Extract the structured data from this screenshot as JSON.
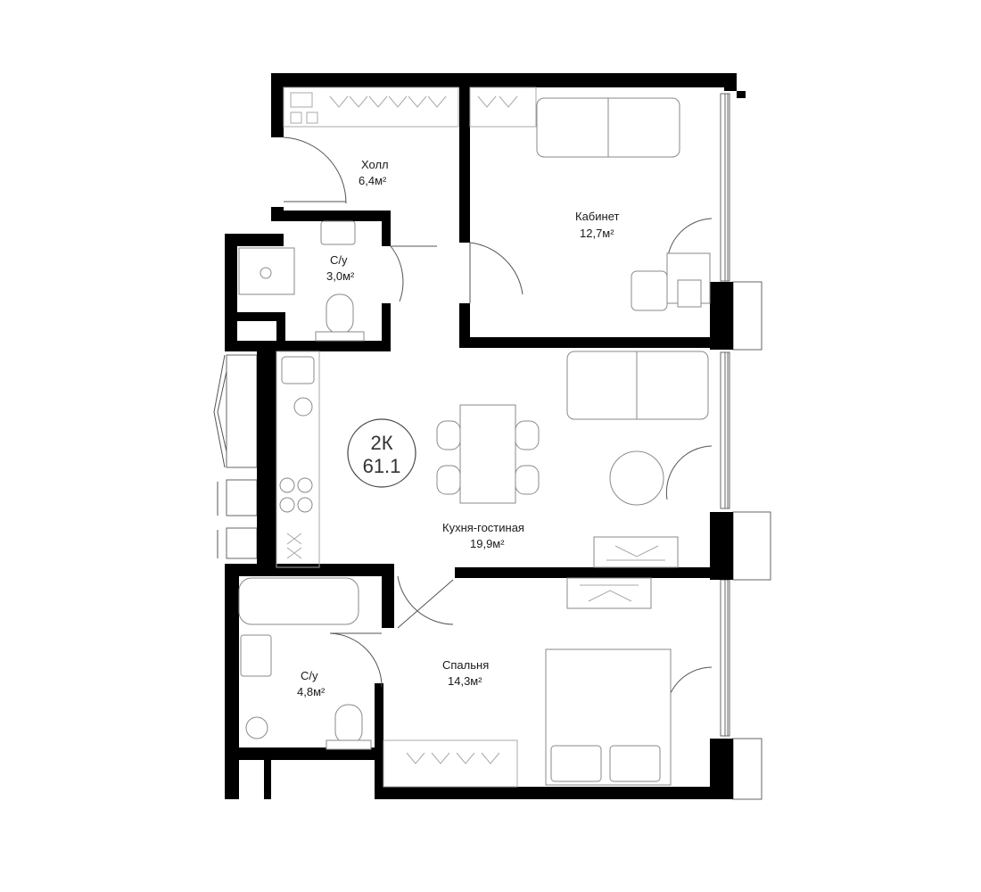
{
  "apartment": {
    "type_code": "2К",
    "total_area": "61.1"
  },
  "rooms": {
    "hall": {
      "name": "Холл",
      "area": "6,4м²"
    },
    "study": {
      "name": "Кабинет",
      "area": "12,7м²"
    },
    "bath_small": {
      "name": "С/у",
      "area": "3,0м²"
    },
    "kitchen_living": {
      "name": "Кухня-гостиная",
      "area": "19,9м²"
    },
    "bath_large": {
      "name": "С/у",
      "area": "4,8м²"
    },
    "bedroom": {
      "name": "Спальня",
      "area": "14,3м²"
    }
  },
  "colors": {
    "wall": "#000000",
    "furniture_stroke": "#8a8a8a",
    "background": "#ffffff"
  }
}
